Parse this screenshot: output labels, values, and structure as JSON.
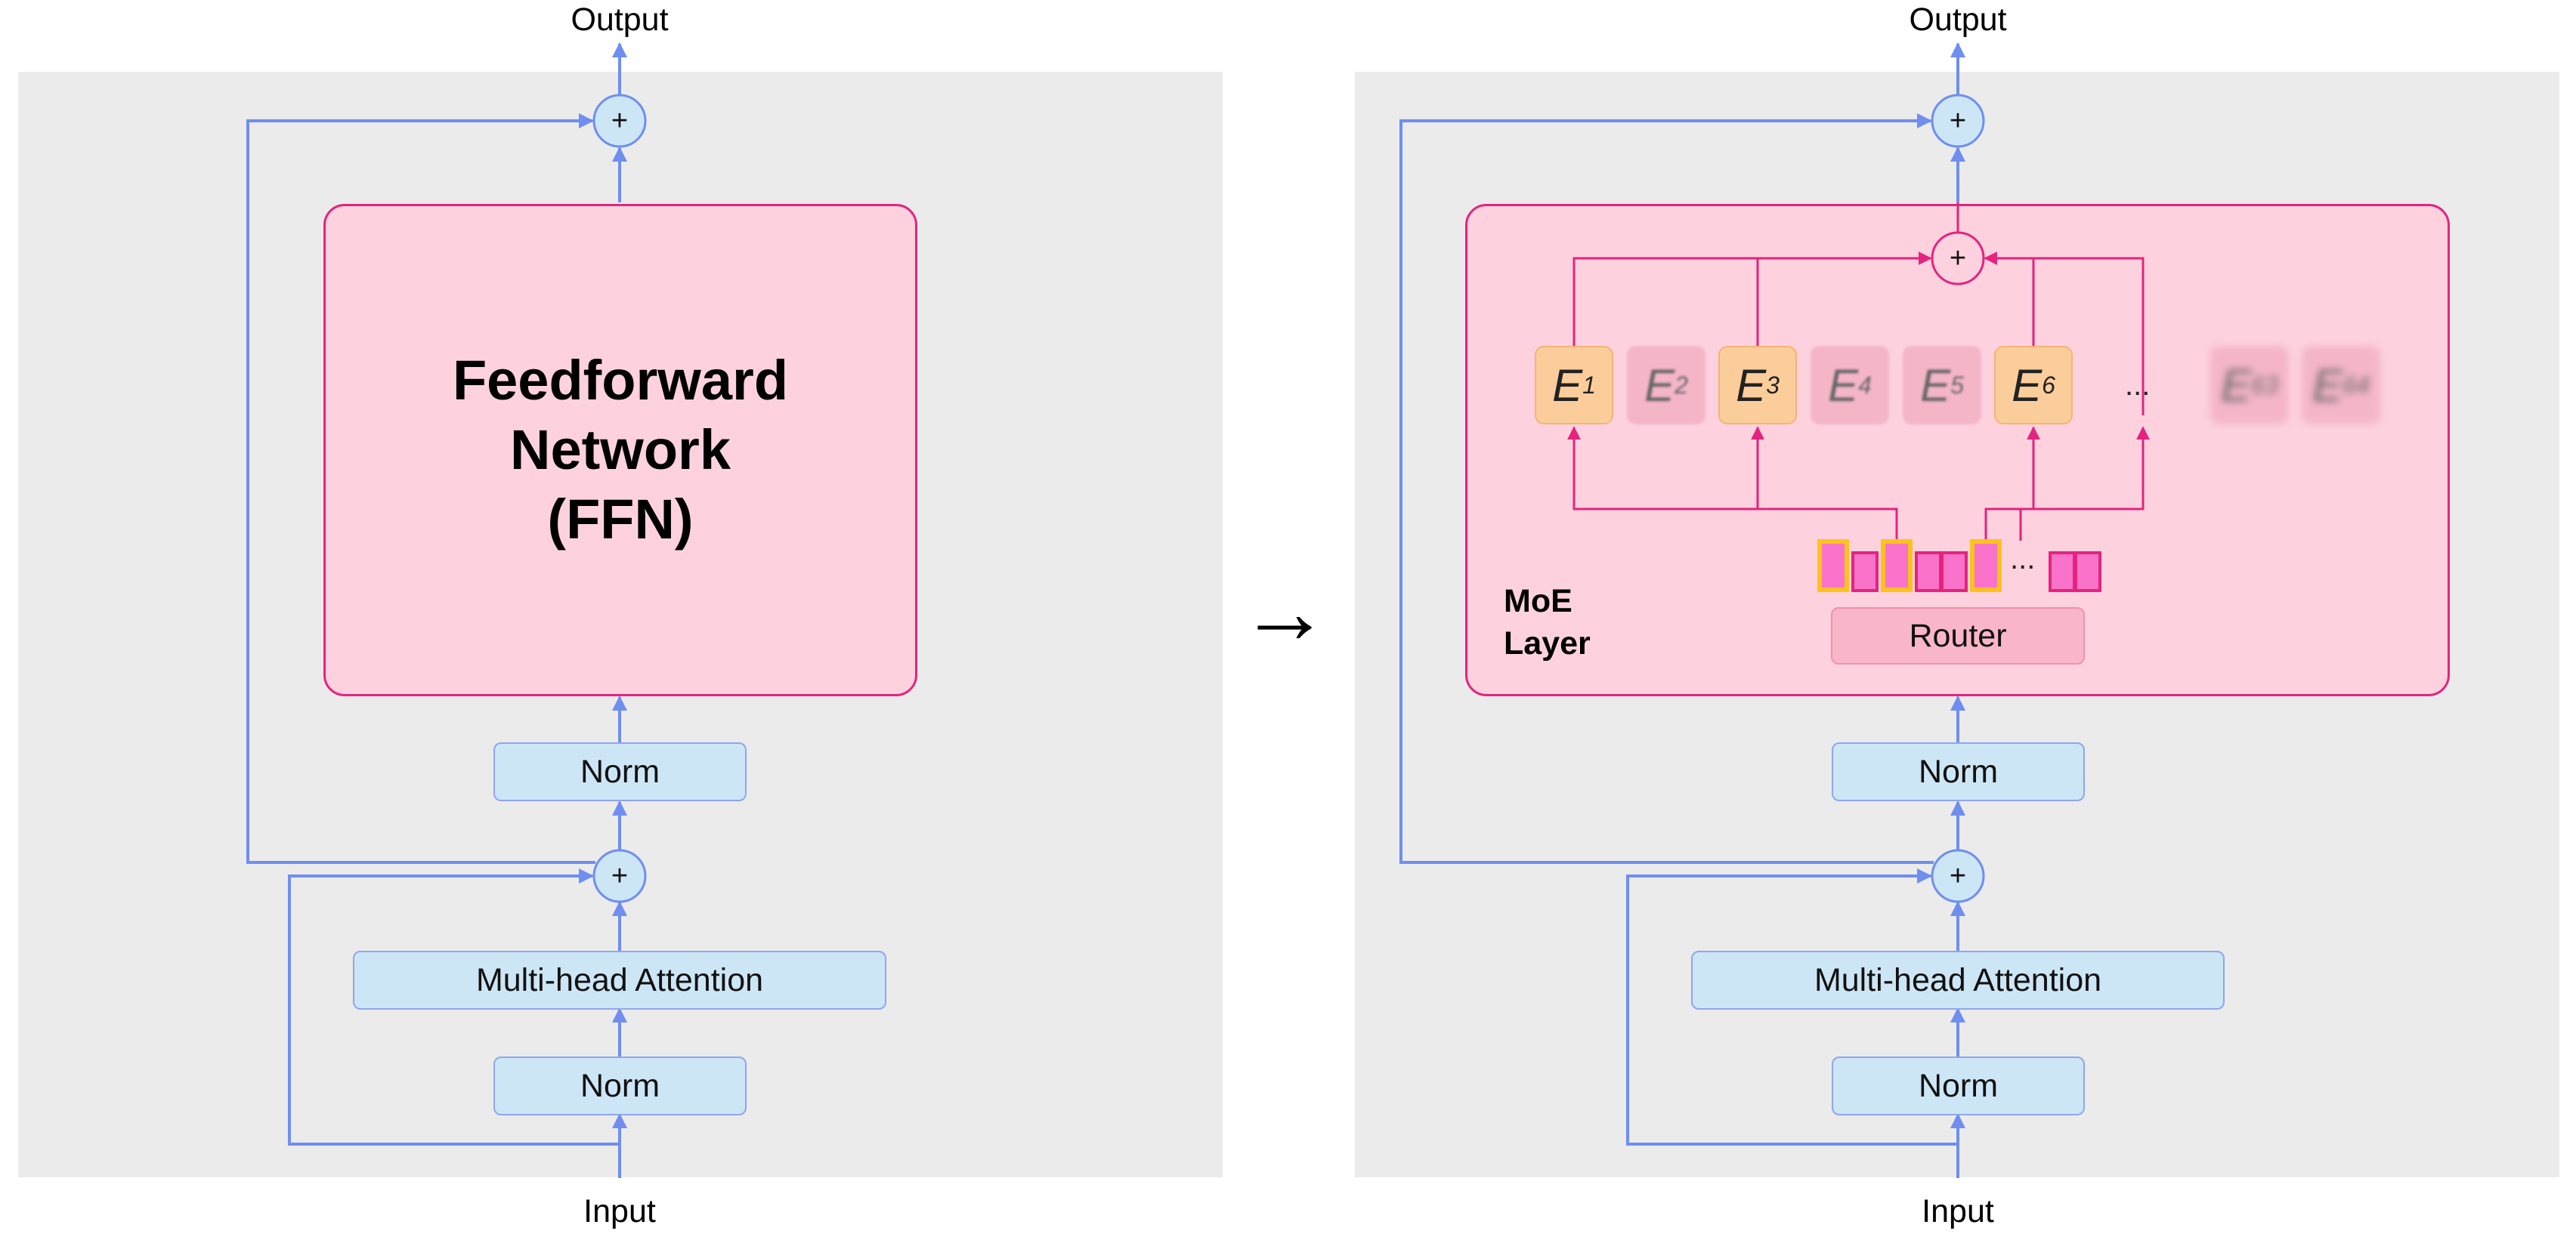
{
  "left": {
    "output_label": "Output",
    "input_label": "Input",
    "ffn_line1": "Feedforward",
    "ffn_line2": "Network",
    "ffn_line3": "(FFN)",
    "norm_top": "Norm",
    "attention": "Multi-head Attention",
    "norm_bottom": "Norm",
    "plus_symbol": "+"
  },
  "right": {
    "output_label": "Output",
    "input_label": "Input",
    "moe_line1": "MoE",
    "moe_line2": "Layer",
    "router": "Router",
    "norm_top": "Norm",
    "attention": "Multi-head Attention",
    "norm_bottom": "Norm",
    "plus_symbol": "+",
    "experts": [
      {
        "letter": "E",
        "sub": "1",
        "selected": true
      },
      {
        "letter": "E",
        "sub": "2",
        "selected": false
      },
      {
        "letter": "E",
        "sub": "3",
        "selected": true
      },
      {
        "letter": "E",
        "sub": "4",
        "selected": false
      },
      {
        "letter": "E",
        "sub": "5",
        "selected": false
      },
      {
        "letter": "E",
        "sub": "6",
        "selected": true
      },
      {
        "letter": "E",
        "sub": "63",
        "selected": false
      },
      {
        "letter": "E",
        "sub": "64",
        "selected": false
      }
    ],
    "ellipsis": "...",
    "token_ellipsis": "..."
  },
  "transition_arrow": "→",
  "colors": {
    "residual_line": "#6f8ef0",
    "moe_line": "#e5237f",
    "panel_bg": "#ebebeb",
    "pink_fill": "#fdd2de",
    "blue_fill": "#cde6f6",
    "expert_active": "#fbcd9b",
    "token_highlight": "#ffc21c"
  }
}
